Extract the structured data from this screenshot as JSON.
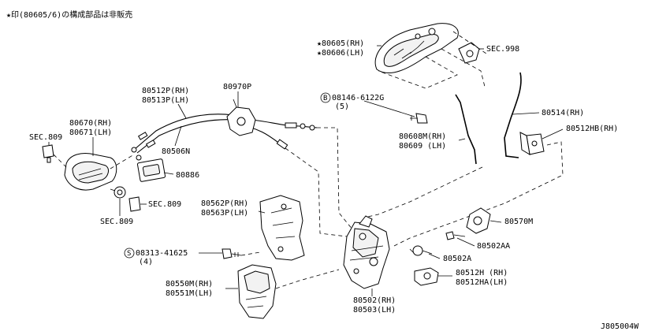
{
  "diagram": {
    "note": "★印(80605/6)の構成部品は非販売",
    "diagram_id": "J805004W",
    "labels": {
      "p80605": "★80605(RH)",
      "p80606": "★80606(LH)",
      "sec998": "SEC.998",
      "bolt08146": "08146-6122G",
      "bolt08146_qty": "(5)",
      "p80512p": "80512P(RH)",
      "p80513p": "80513P(LH)",
      "p80970p": "80970P",
      "p80670": "80670(RH)",
      "p80671": "80671(LH)",
      "sec809_a": "SEC.809",
      "p80506n": "80506N",
      "p80886": "80886",
      "sec809_b": "SEC.809",
      "sec809_c": "SEC.809",
      "p80514": "80514(RH)",
      "p80512hb": "80512HB(RH)",
      "p80608m": "80608M(RH)",
      "p80609": "80609 (LH)",
      "p80562p": "80562P(RH)",
      "p80563p": "80563P(LH)",
      "p80570m": "80570M",
      "p80502aa": "80502AA",
      "screw08313": "08313-41625",
      "screw08313_qty": "(4)",
      "p80502a": "80502A",
      "p80512h": "80512H (RH)",
      "p80512ha": "80512HA(LH)",
      "p80550m": "80550M(RH)",
      "p80551m": "80551M(LH)",
      "p80502": "80502(RH)",
      "p80503": "80503(LH)"
    },
    "circle_marks": {
      "bolt_prefix": "B",
      "screw_prefix": "S"
    }
  }
}
